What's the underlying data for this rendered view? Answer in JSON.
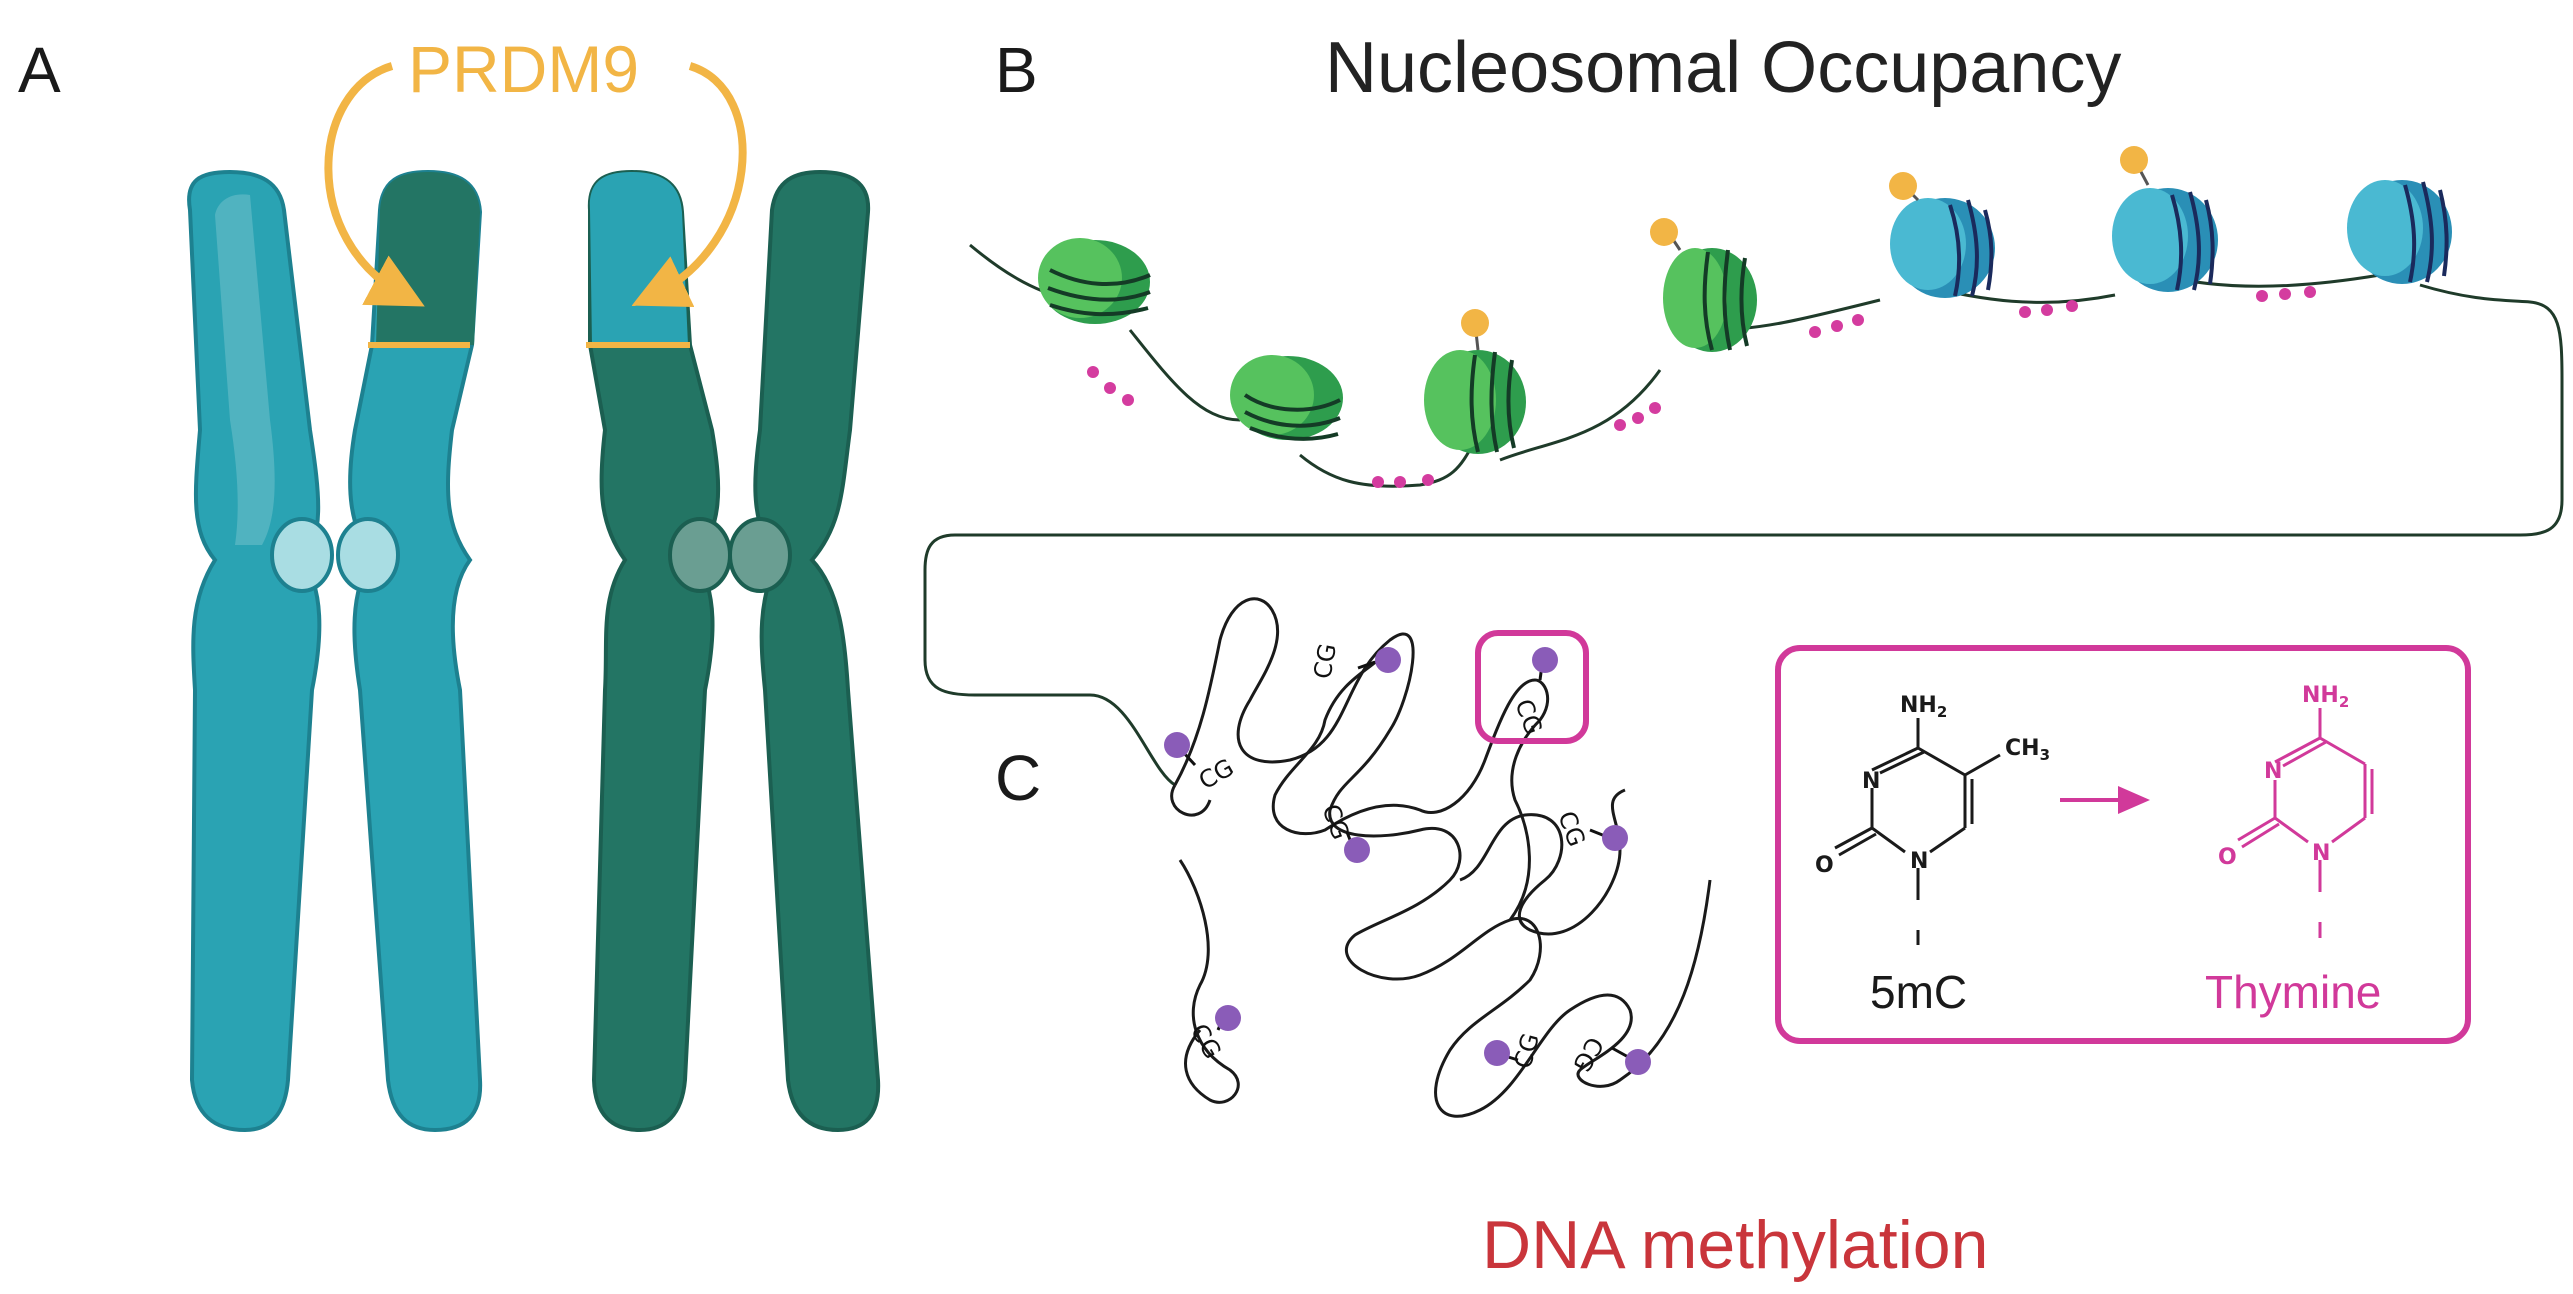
{
  "labels": {
    "panel_a": "A",
    "panel_b": "B",
    "panel_c": "C"
  },
  "panel_a": {
    "protein": "PRDM9"
  },
  "panel_b": {
    "title": "Nucleosomal Occupancy"
  },
  "panel_c": {
    "title": "DNA methylation",
    "cg_label": "CG",
    "before": {
      "name": "5mC",
      "nh2": "NH",
      "nh2_sub": "2",
      "ch3": "CH",
      "ch3_sub": "3",
      "n": "N",
      "o": "O"
    },
    "after": {
      "name": "Thymine",
      "nh2": "NH",
      "nh2_sub": "2",
      "n": "N",
      "o": "O"
    }
  },
  "colors": {
    "chromatid_teal": "#2aa3b3",
    "chromatid_dark": "#237564",
    "prdm9_orange": "#f2b545",
    "nucleosome_green": "#2e9d4d",
    "nucleosome_blue": "#4ab9d2",
    "linker_dot_magenta": "#d43c9f",
    "methyl_purple": "#8a5cb8",
    "highlight_magenta": "#d1399a",
    "methylation_red": "#c9353b"
  }
}
